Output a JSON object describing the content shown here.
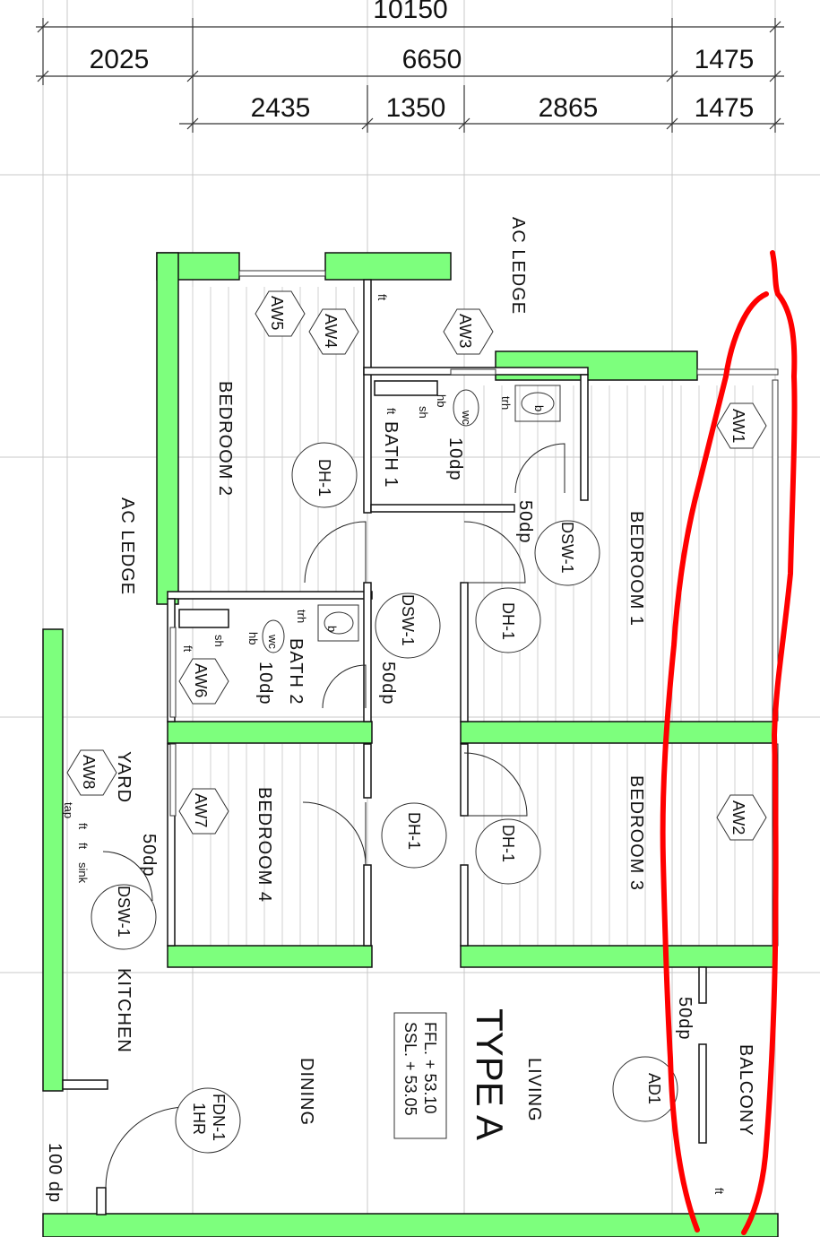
{
  "dimensions": {
    "overall": "10150",
    "row1": [
      "2025",
      "6650",
      "1475"
    ],
    "row2": [
      "2435",
      "1350",
      "2865",
      "1475"
    ]
  },
  "rooms": {
    "bedroom1": "BEDROOM 1",
    "bedroom2": "BEDROOM 2",
    "bedroom3": "BEDROOM 3",
    "bedroom4": "BEDROOM 4",
    "bath1": "BATH 1",
    "bath2": "BATH 2",
    "ac_ledge_top": "AC LEDGE",
    "ac_ledge_left": "AC LEDGE",
    "yard": "YARD",
    "kitchen": "KITCHEN",
    "dining": "DINING",
    "living": "LIVING",
    "balcony": "BALCONY"
  },
  "window_tags": [
    "AW1",
    "AW2",
    "AW3",
    "AW4",
    "AW5",
    "AW6",
    "AW7",
    "AW8"
  ],
  "door_tags": {
    "dh1": "DH-1",
    "dsw1": "DSW-1",
    "ad1": "AD1",
    "fdn1_a": "FDN-1",
    "fdn1_b": "1HR"
  },
  "drops": {
    "d10": "10dp",
    "d50": "50dp",
    "d100": "100 dp"
  },
  "fixtures": {
    "trh": "trh",
    "b": "b",
    "wc": "wc",
    "sh": "sh",
    "hb": "hb",
    "ft": "ft",
    "tap": "tap",
    "sink": "sink"
  },
  "unit": {
    "type": "TYPE A",
    "ffl": "FFL. + 53.10",
    "ssl": "SSL. + 53.05"
  },
  "colors": {
    "wall_fill": "#7dff7d",
    "markup": "#ff0000",
    "grid": "#c8c8c8"
  }
}
